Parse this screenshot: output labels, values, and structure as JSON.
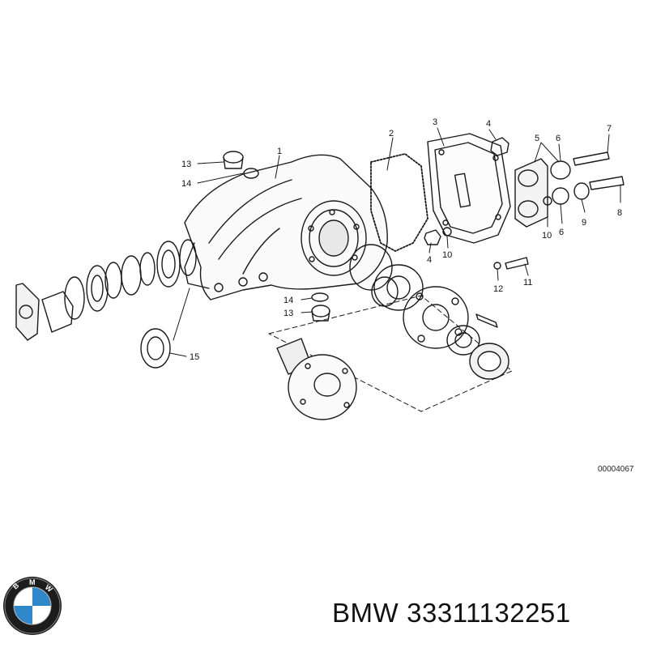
{
  "diagram": {
    "callouts": [
      {
        "id": "1",
        "label": "1"
      },
      {
        "id": "2",
        "label": "2"
      },
      {
        "id": "3",
        "label": "3"
      },
      {
        "id": "4a",
        "label": "4"
      },
      {
        "id": "5",
        "label": "5"
      },
      {
        "id": "6a",
        "label": "6"
      },
      {
        "id": "7",
        "label": "7"
      },
      {
        "id": "8",
        "label": "8"
      },
      {
        "id": "9",
        "label": "9"
      },
      {
        "id": "10a",
        "label": "10"
      },
      {
        "id": "6b",
        "label": "6"
      },
      {
        "id": "4b",
        "label": "4"
      },
      {
        "id": "10b",
        "label": "10"
      },
      {
        "id": "12",
        "label": "12"
      },
      {
        "id": "11",
        "label": "11"
      },
      {
        "id": "13a",
        "label": "13"
      },
      {
        "id": "14a",
        "label": "14"
      },
      {
        "id": "14b",
        "label": "14"
      },
      {
        "id": "13b",
        "label": "13"
      },
      {
        "id": "15",
        "label": "15"
      }
    ],
    "code": "00004067"
  },
  "footer": {
    "brand": "BMW",
    "part_number": "33311132251",
    "logo_letters": [
      "B",
      "M",
      "W"
    ],
    "logo_colors": {
      "ring": "#1c1c1c",
      "blue": "#2f86c8",
      "white": "#ffffff"
    }
  }
}
